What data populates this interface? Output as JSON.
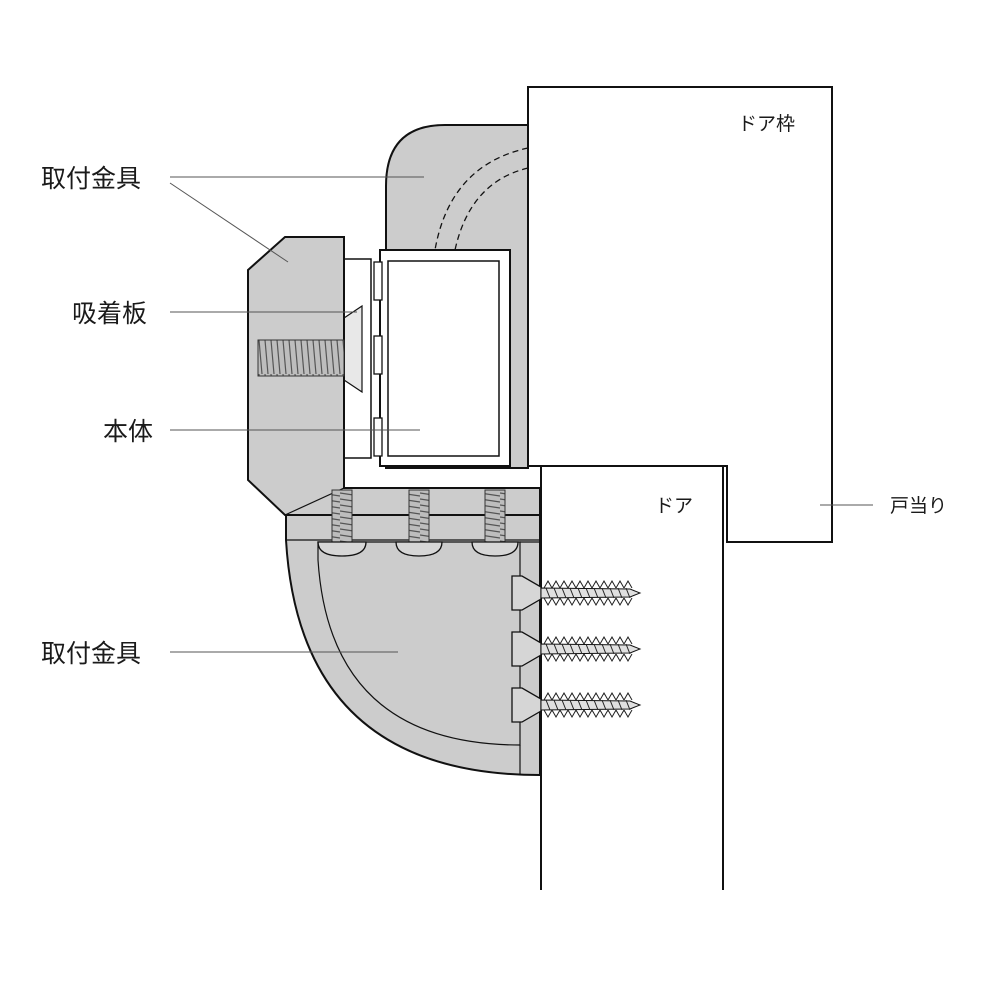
{
  "labels": {
    "mount_top": "取付金具",
    "plate": "吸着板",
    "body": "本体",
    "mount_bottom": "取付金具",
    "frame": "ドア枠",
    "door": "ドア",
    "stop": "戸当り"
  },
  "colors": {
    "part_fill": "#cccccc",
    "part_fill_dark": "#bdbdbd",
    "stroke": "#111111",
    "leader": "#555555",
    "screw": "#9a9a9a"
  },
  "screws": {
    "icon": "screw-icon",
    "machine_screw_count": 4,
    "wood_screw_count": 3
  }
}
